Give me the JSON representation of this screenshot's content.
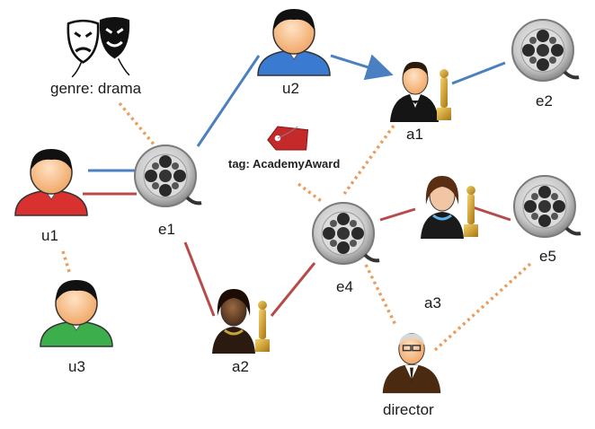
{
  "labels": {
    "genre": "genre: drama",
    "u1": "u1",
    "u2": "u2",
    "u3": "u3",
    "e1": "e1",
    "e2": "e2",
    "e4": "e4",
    "e5": "e5",
    "a1": "a1",
    "a2": "a2",
    "a3": "a3",
    "director": "director",
    "tag": "tag: AcademyAward"
  },
  "colors": {
    "blue_edge": "#4a7fc1",
    "red_edge": "#b84a4a",
    "dotted_edge": "#e8a060",
    "user_face": "#f7c59f",
    "user_hair": "#111111",
    "u1_shirt": "#d93030",
    "u2_shirt": "#3a7ad0",
    "u3_shirt": "#3cae4c",
    "reel": "#c9c9c9",
    "tag": "#c42a2a"
  },
  "icons": {
    "user": "user-avatar-icon",
    "movie": "film-reel-icon",
    "actor": "actor-with-oscar-icon",
    "actress": "actress-with-oscar-icon",
    "director": "director-icon",
    "genre": "theater-masks-icon",
    "tag": "tag-icon"
  }
}
